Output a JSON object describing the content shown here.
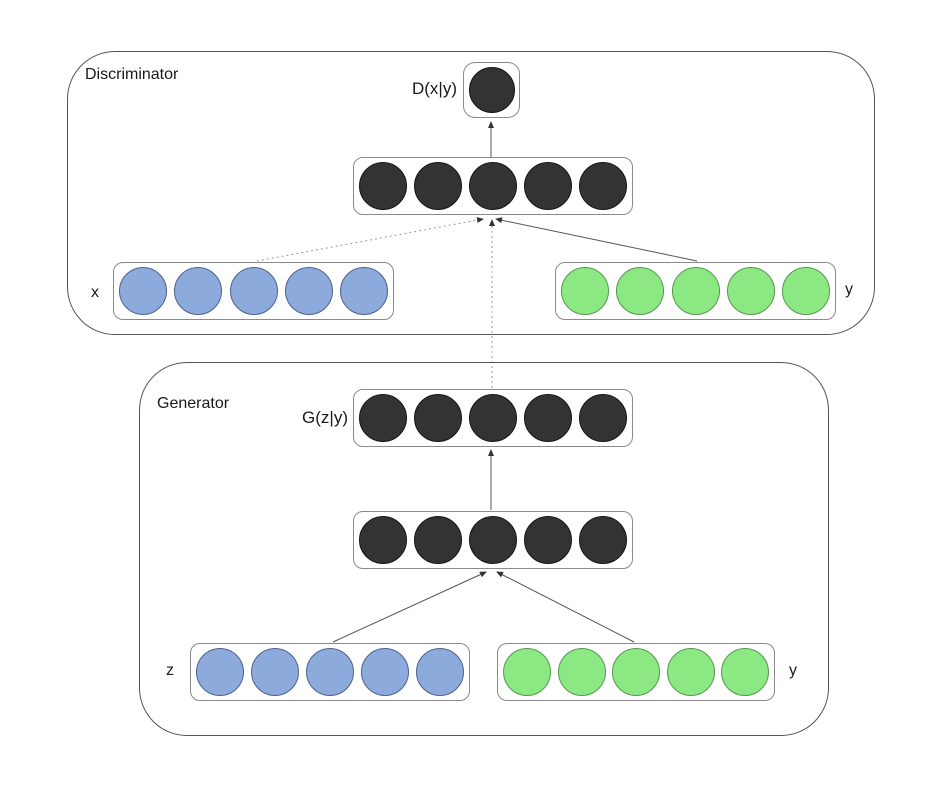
{
  "colors": {
    "background": "#ffffff",
    "text": "#1a1a1a",
    "node_dark": "#333333",
    "node_dark_border": "#161616",
    "node_blue": "#8CAADB",
    "node_blue_border": "#4F618C",
    "node_green": "#8CE882",
    "node_green_border": "#55984E",
    "line": "#555555",
    "dotted_line": "#999999",
    "box_border": "#8a8a8a",
    "container_border": "#555555"
  },
  "discriminator": {
    "label": "Discriminator",
    "output": {
      "label": "D(x|y)",
      "count": 1,
      "color": "dark"
    },
    "hidden": {
      "count": 5,
      "color": "dark"
    },
    "input_x": {
      "label": "x",
      "count": 5,
      "color": "blue"
    },
    "input_y": {
      "label": "y",
      "count": 5,
      "color": "green"
    }
  },
  "generator": {
    "label": "Generator",
    "output": {
      "label": "G(z|y)",
      "count": 5,
      "color": "dark"
    },
    "hidden": {
      "count": 5,
      "color": "dark"
    },
    "input_z": {
      "label": "z",
      "count": 5,
      "color": "blue"
    },
    "input_y": {
      "label": "y",
      "count": 5,
      "color": "green"
    }
  },
  "edges": [
    {
      "id": "disc-hidden-to-output",
      "style": "solid",
      "arrow": true
    },
    {
      "id": "x-to-disc-hidden",
      "style": "dotted",
      "arrow": true
    },
    {
      "id": "y-to-disc-hidden",
      "style": "solid",
      "arrow": true
    },
    {
      "id": "gen-output-to-disc-hidden",
      "style": "dotted",
      "arrow": true
    },
    {
      "id": "gen-hidden-to-gen-output",
      "style": "solid",
      "arrow": true
    },
    {
      "id": "z-to-gen-hidden",
      "style": "solid",
      "arrow": true
    },
    {
      "id": "y-to-gen-hidden",
      "style": "solid",
      "arrow": true
    }
  ]
}
